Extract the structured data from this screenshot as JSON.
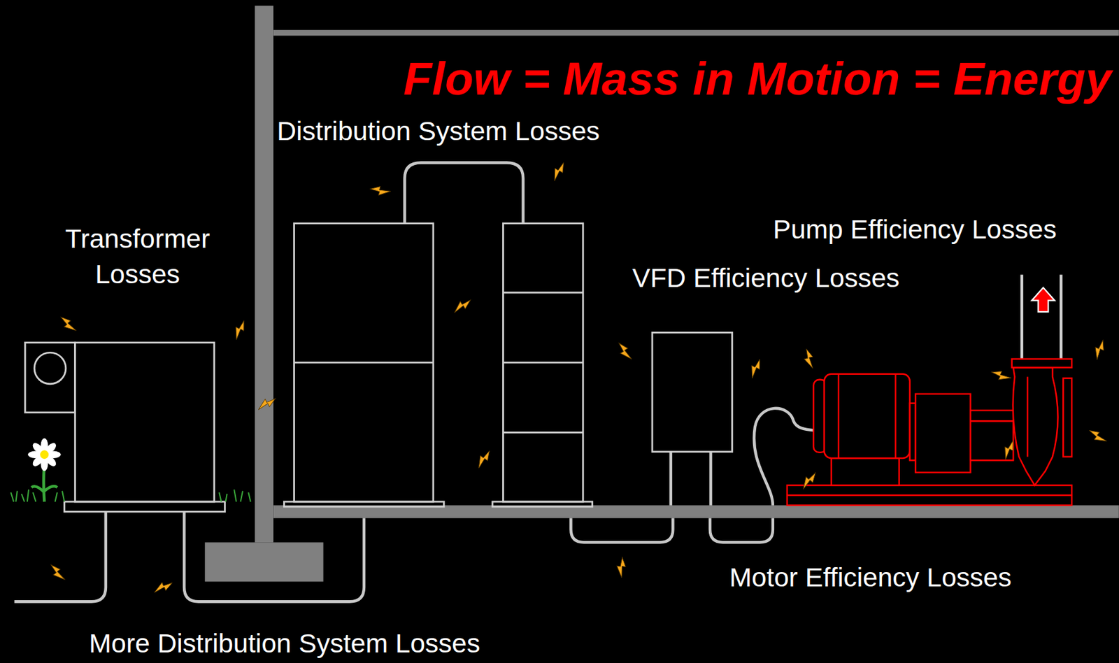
{
  "diagram": {
    "title": "Flow = Mass in Motion = Energy",
    "labels": [
      "Distribution System Losses",
      "Transformer Losses",
      "Pump Efficiency Losses",
      "VFD Efficiency Losses",
      "Motor Efficiency Losses",
      "More Distribution System Losses"
    ]
  }
}
